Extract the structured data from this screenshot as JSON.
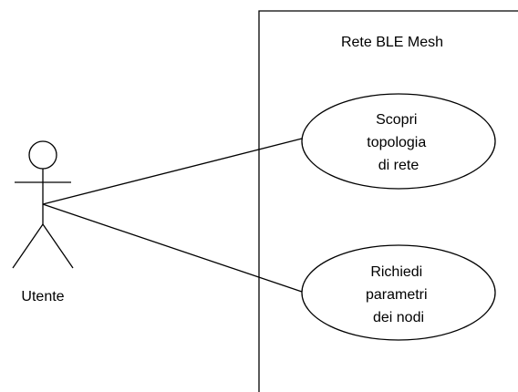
{
  "diagram": {
    "system_boundary": {
      "title": "Rete BLE Mesh"
    },
    "actor": {
      "label": "Utente"
    },
    "use_cases": [
      {
        "lines": [
          "Scopri",
          "topologia",
          "di rete"
        ]
      },
      {
        "lines": [
          "Richiedi",
          "parametri",
          "dei nodi"
        ]
      }
    ]
  }
}
